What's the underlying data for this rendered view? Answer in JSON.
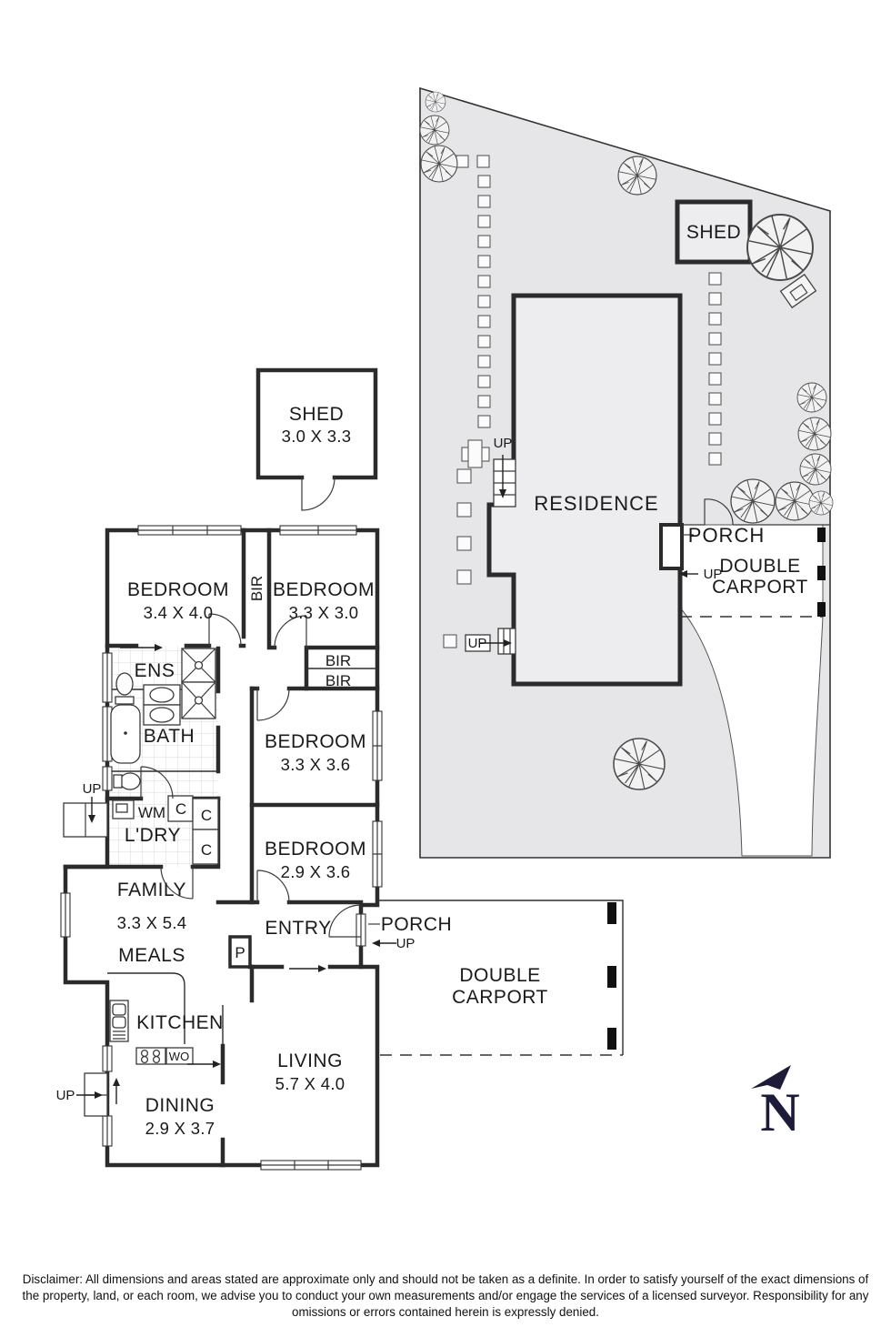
{
  "colors": {
    "site_fill": "#e6e6e8",
    "residence_fill": "#ededef",
    "wall": "#2b2b2b",
    "north_navy": "#1c1c3a"
  },
  "site_plan": {
    "residence": "RESIDENCE",
    "shed": "SHED",
    "porch": "PORCH",
    "carport_line1": "DOUBLE",
    "carport_line2": "CARPORT",
    "up": "UP"
  },
  "floor_plan": {
    "shed": {
      "name": "SHED",
      "dims": "3.0 X 3.3"
    },
    "bedroom1": {
      "name": "BEDROOM",
      "dims": "3.4 X 4.0"
    },
    "bedroom2": {
      "name": "BEDROOM",
      "dims": "3.3 X 3.0"
    },
    "bedroom3": {
      "name": "BEDROOM",
      "dims": "3.3 X 3.6"
    },
    "bedroom4": {
      "name": "BEDROOM",
      "dims": "2.9 X 3.6"
    },
    "family": {
      "name": "FAMILY",
      "dims": "3.3 X 5.4"
    },
    "living": {
      "name": "LIVING",
      "dims": "5.7 X 4.0"
    },
    "dining": {
      "name": "DINING",
      "dims": "2.9 X 3.7"
    },
    "meals": "MEALS",
    "kitchen": "KITCHEN",
    "entry": "ENTRY",
    "porch": "PORCH",
    "ens": "ENS",
    "bath": "BATH",
    "ldry": "L'DRY",
    "wm": "WM",
    "wo": "WO",
    "p": "P",
    "c": "C",
    "bir": "BIR",
    "up": "UP",
    "carport_line1": "DOUBLE",
    "carport_line2": "CARPORT"
  },
  "compass": {
    "north": "N"
  },
  "disclaimer": "Disclaimer: All dimensions and areas stated are approximate only and should not be taken as a definite. In order to satisfy yourself of the exact dimensions of the property, land, or each room, we advise you to conduct your own measurements and/or engage the services of a licensed surveyor. Responsibility for any omissions or errors contained herein is expressly denied."
}
